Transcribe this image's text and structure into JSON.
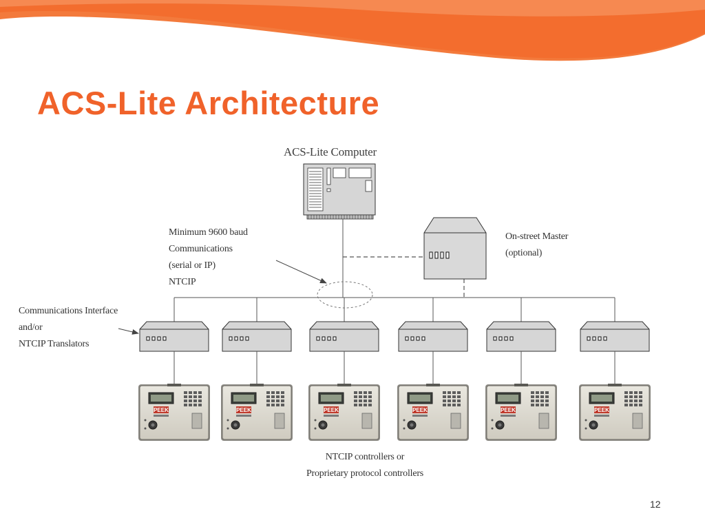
{
  "slide": {
    "title": "ACS-Lite Architecture",
    "page_number": "12",
    "accent_color": "#f0622a"
  },
  "diagram": {
    "computer_label": "ACS-Lite Computer",
    "comm_note": [
      "Minimum 9600 baud",
      "Communications",
      "(serial or IP)",
      "NTCIP"
    ],
    "master_label": [
      "On-street Master",
      "(optional)"
    ],
    "interface_label": [
      "Communications Interface",
      "and/or",
      "NTCIP Translators"
    ],
    "controllers_label": [
      "NTCIP controllers or",
      "Proprietary protocol controllers"
    ],
    "controller_brand": "PEEK",
    "interface_count": 6,
    "controller_count": 6
  }
}
